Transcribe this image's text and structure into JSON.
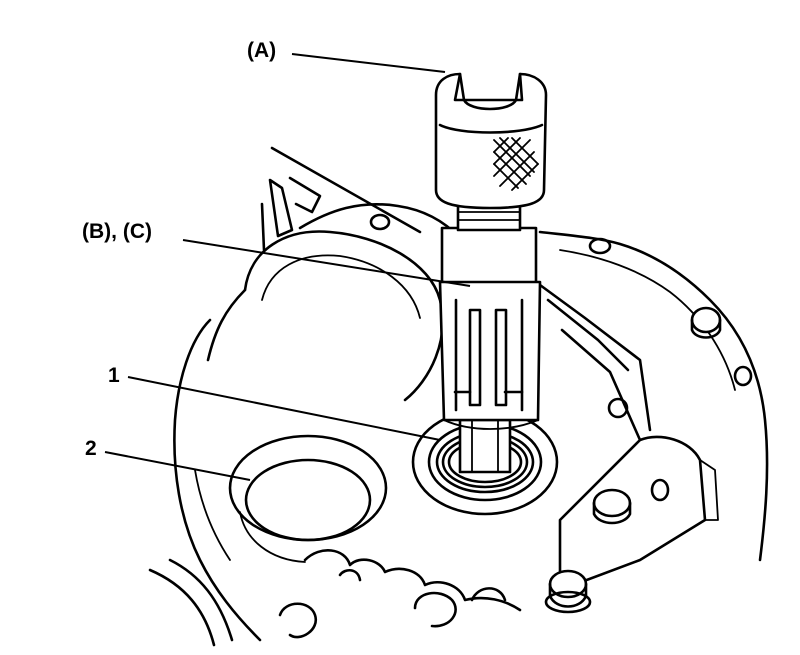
{
  "diagram": {
    "callouts": {
      "tool_a": "(A)",
      "tools_bc": "(B), (C)",
      "part_1": "1",
      "part_2": "2"
    }
  }
}
